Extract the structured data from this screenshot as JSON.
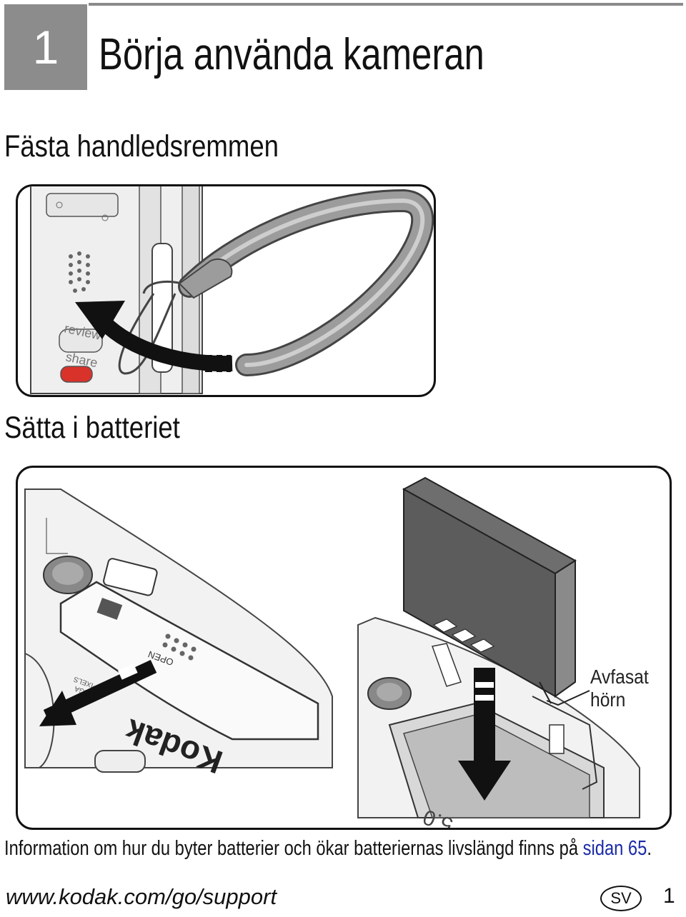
{
  "chapter": {
    "number": "1",
    "title": "Börja använda kameran"
  },
  "sections": [
    {
      "heading": "Fästa handledsremmen"
    },
    {
      "heading": "Sätta i batteriet"
    }
  ],
  "strap_illustration": {
    "button_labels": [
      "review",
      "share"
    ]
  },
  "battery_illustration": {
    "callout": [
      "Avfasat",
      "hörn"
    ],
    "door_label": "OPEN",
    "brand_mark": "Kodak",
    "megapixel_badge": "5.0",
    "megapixel_words": [
      "MEGA",
      "PIXELS"
    ]
  },
  "info": {
    "text": "Information om hur du byter batterier och ökar batteriernas livslängd finns på ",
    "link": "sidan 65",
    "end": "."
  },
  "footer": {
    "url": "www.kodak.com/go/support",
    "language": "SV",
    "page": "1"
  },
  "colors": {
    "chapter_box": "#8c8c8c",
    "link": "#1a2aa8",
    "share_button": "#d8322b"
  }
}
